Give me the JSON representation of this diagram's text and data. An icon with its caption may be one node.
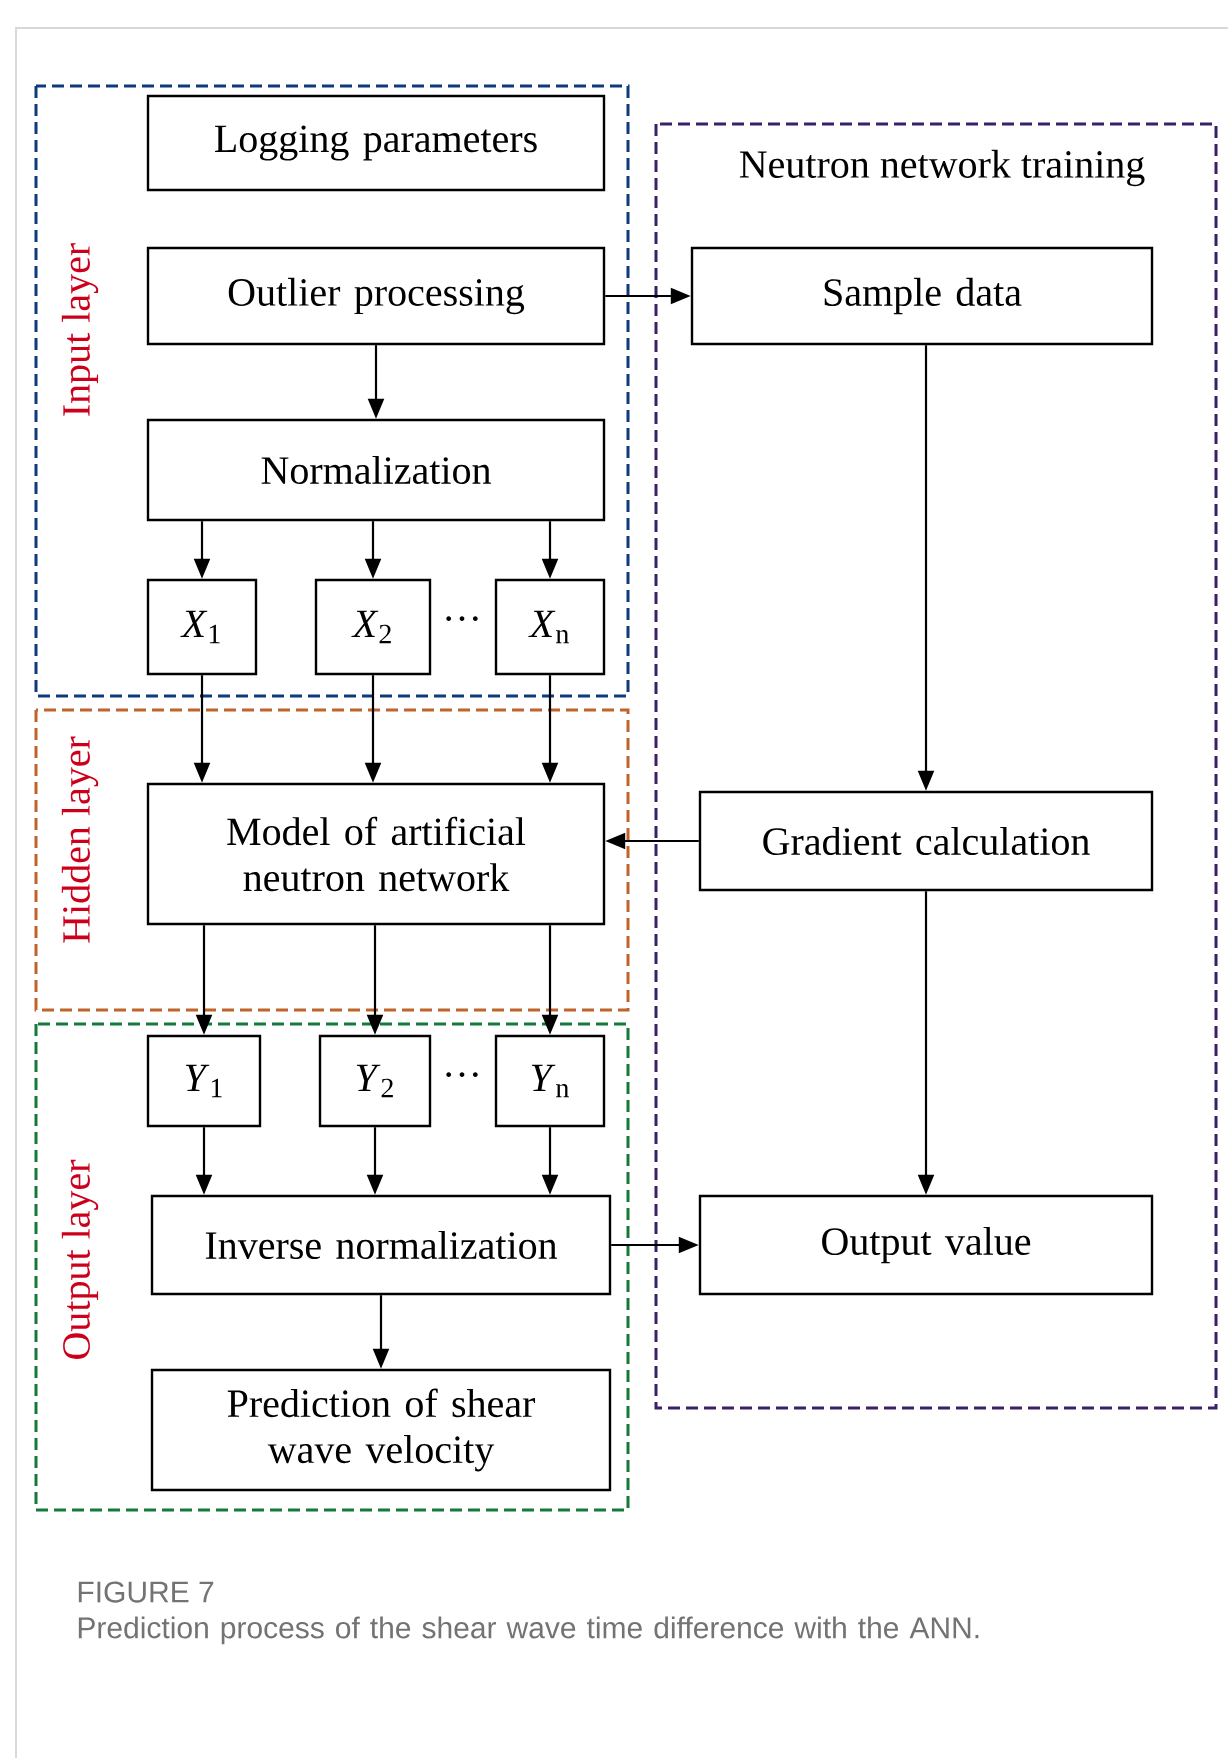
{
  "diagram": {
    "title": "FIGURE 7",
    "caption": "Prediction process of the shear wave time difference with the ANN.",
    "nodes": [
      {
        "text": [
          "Input layer"
        ]
      },
      {
        "text": [
          "Logging parameters"
        ],
        "in": 0
      },
      {
        "text": [
          "Outlier processing"
        ],
        "in": 0
      },
      {
        "text": [
          "Normalization"
        ],
        "in": 0
      },
      {
        "text": [
          "*X*$_{1}$"
        ],
        "in": 0
      },
      {
        "text": [
          "*X*$_{2}$"
        ],
        "in": 0
      },
      {
        "text": [
          "*X*$_{n}$"
        ],
        "in": 0
      },
      {
        "text": [
          "Neutron network training"
        ]
      },
      {
        "text": [
          "Sample data"
        ],
        "in": 7
      },
      {
        "text": [
          "Hidden layer"
        ]
      },
      {
        "text": [
          "Model of artificial neutron network"
        ],
        "in": 9
      },
      {
        "text": [
          "Gradient calculation"
        ],
        "in": 7
      },
      {
        "text": [
          "Output layer"
        ]
      },
      {
        "text": [
          "*Y*$_{1}$"
        ],
        "in": 12
      },
      {
        "text": [
          "*Y*$_{2}$"
        ],
        "in": 12
      },
      {
        "text": [
          "*Y*$_{n}$"
        ],
        "in": 12
      },
      {
        "text": [
          "Inverse normalization"
        ],
        "in": 12
      },
      {
        "text": [
          "Output value"
        ],
        "in": 7
      },
      {
        "text": [
          "Prediction of shear wave velocity"
        ],
        "in": 12
      }
    ],
    "edges": [
      {
        "from": 2,
        "to": 8,
        "arrow": "to"
      },
      {
        "from": 2,
        "to": 3,
        "arrow": "to"
      },
      {
        "from": 3,
        "to": 4,
        "arrow": "to"
      },
      {
        "from": 3,
        "to": 5,
        "arrow": "to"
      },
      {
        "from": 3,
        "to": 6,
        "arrow": "to"
      },
      {
        "from": 4,
        "to": 10,
        "arrow": "to"
      },
      {
        "from": 5,
        "to": 10,
        "arrow": "to"
      },
      {
        "from": 6,
        "to": 10,
        "arrow": "to"
      },
      {
        "from": 8,
        "to": 11,
        "arrow": "to"
      },
      {
        "from": 11,
        "to": 10,
        "arrow": "to"
      },
      {
        "from": 10,
        "to": 13,
        "arrow": "to"
      },
      {
        "from": 10,
        "to": 14,
        "arrow": "to"
      },
      {
        "from": 10,
        "to": 15,
        "arrow": "to"
      },
      {
        "from": 13,
        "to": 16,
        "arrow": "to"
      },
      {
        "from": 14,
        "to": 16,
        "arrow": "to"
      },
      {
        "from": 15,
        "to": 16,
        "arrow": "to"
      },
      {
        "from": 11,
        "to": 17,
        "arrow": "to"
      },
      {
        "from": 16,
        "to": 17,
        "arrow": "to"
      },
      {
        "from": 16,
        "to": 18,
        "arrow": "to"
      }
    ],
    "labels": [
      "···",
      "···"
    ]
  }
}
